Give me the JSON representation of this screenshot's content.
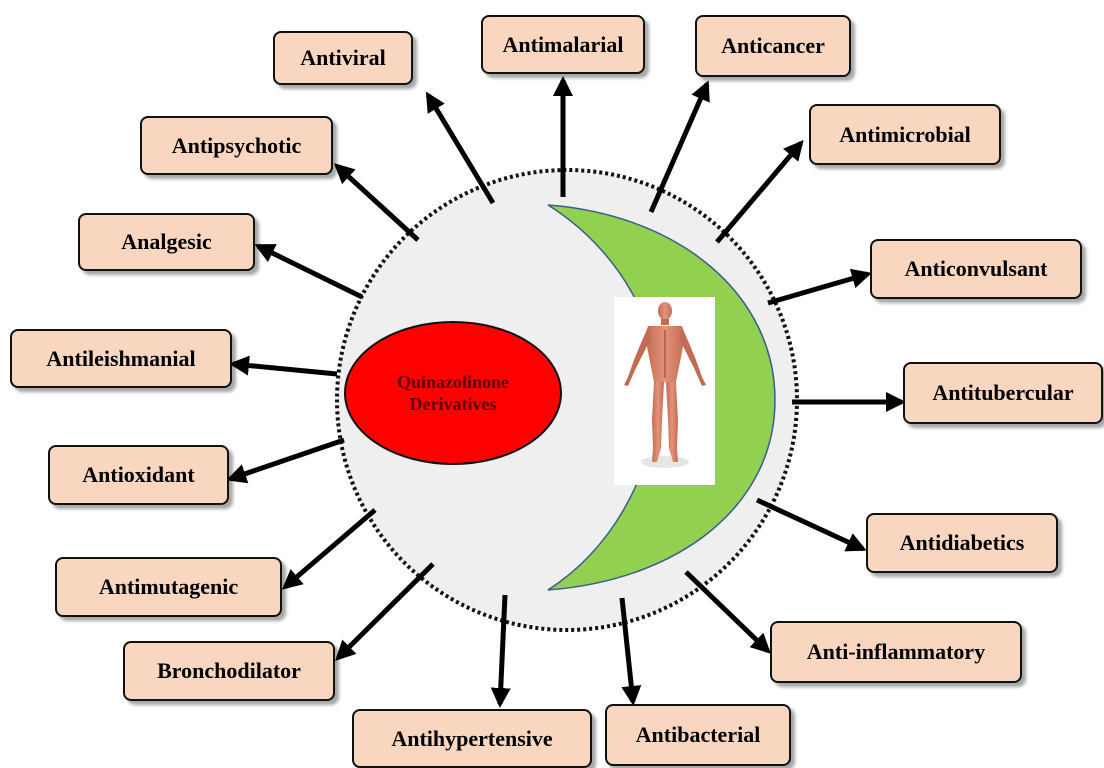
{
  "center": {
    "line1": "Quinazolinone",
    "line2": "Derivatives"
  },
  "colors": {
    "box_fill": "#f9d6bf",
    "center_ellipse": "#ff0000",
    "crescent": "#92d050",
    "circle_fill": "#efefef"
  },
  "activities": [
    "Antiviral",
    "Antimalarial",
    "Anticancer",
    "Antimicrobial",
    "Antipsychotic",
    "Analgesic",
    "Anticonvulsant",
    "Antileishmanial",
    "Antitubercular",
    "Antioxidant",
    "Antidiabetics",
    "Antimutagenic",
    "Bronchodilator",
    "Anti-inflammatory",
    "Antihypertensive",
    "Antibacterial"
  ],
  "image_icons": [
    "human-body-anatomy-icon"
  ]
}
